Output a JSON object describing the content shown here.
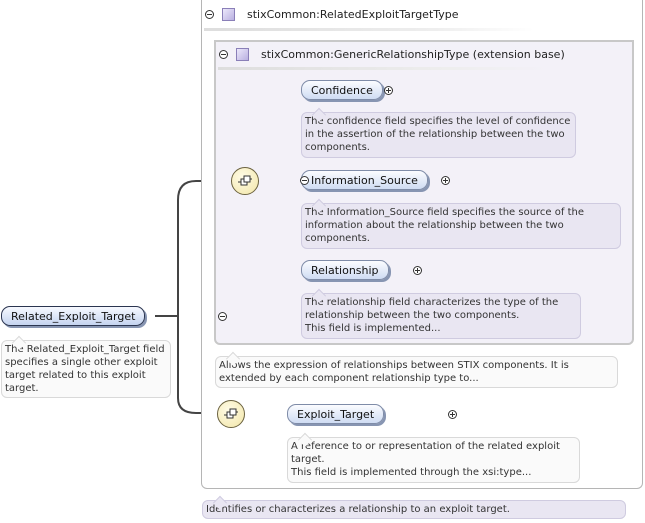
{
  "diagram": {
    "root_element": {
      "name": "Related_Exploit_Target",
      "description": "The Related_Exploit_Target field specifies a single other exploit target related to this exploit target."
    },
    "complex_type": {
      "name": "stixCommon:RelatedExploitTargetType",
      "description": "Identifies or characterizes a relationship to an exploit target."
    },
    "extension_base": {
      "name": "stixCommon:GenericRelationshipType (extension base)",
      "description": "Allows the expression of relationships between STIX components. It is extended by each component relationship type to..."
    },
    "base_elements": [
      {
        "name": "Confidence",
        "description": "The confidence field specifies the level of confidence in the assertion of the relationship between the two components."
      },
      {
        "name": "Information_Source",
        "description": "The Information_Source field specifies the source of the information about the relationship between the two components."
      },
      {
        "name": "Relationship",
        "description": "The relationship field characterizes the type of the relationship between the two components.\nThis field is implemented..."
      }
    ],
    "extension_elements": [
      {
        "name": "Exploit_Target",
        "description": "A reference to or representation of the related exploit target.\nThis field is implemented through the xsi:type..."
      }
    ]
  },
  "icons": {
    "collapse": "minus-circle-icon",
    "expand": "plus-circle-icon",
    "type": "complex-type-icon",
    "sequence": "sequence-compositor-icon"
  },
  "colors": {
    "element_fill": "#cfdcf3",
    "note_fill": "#e9e6f2",
    "sequence_fill": "#f2e6a8"
  }
}
